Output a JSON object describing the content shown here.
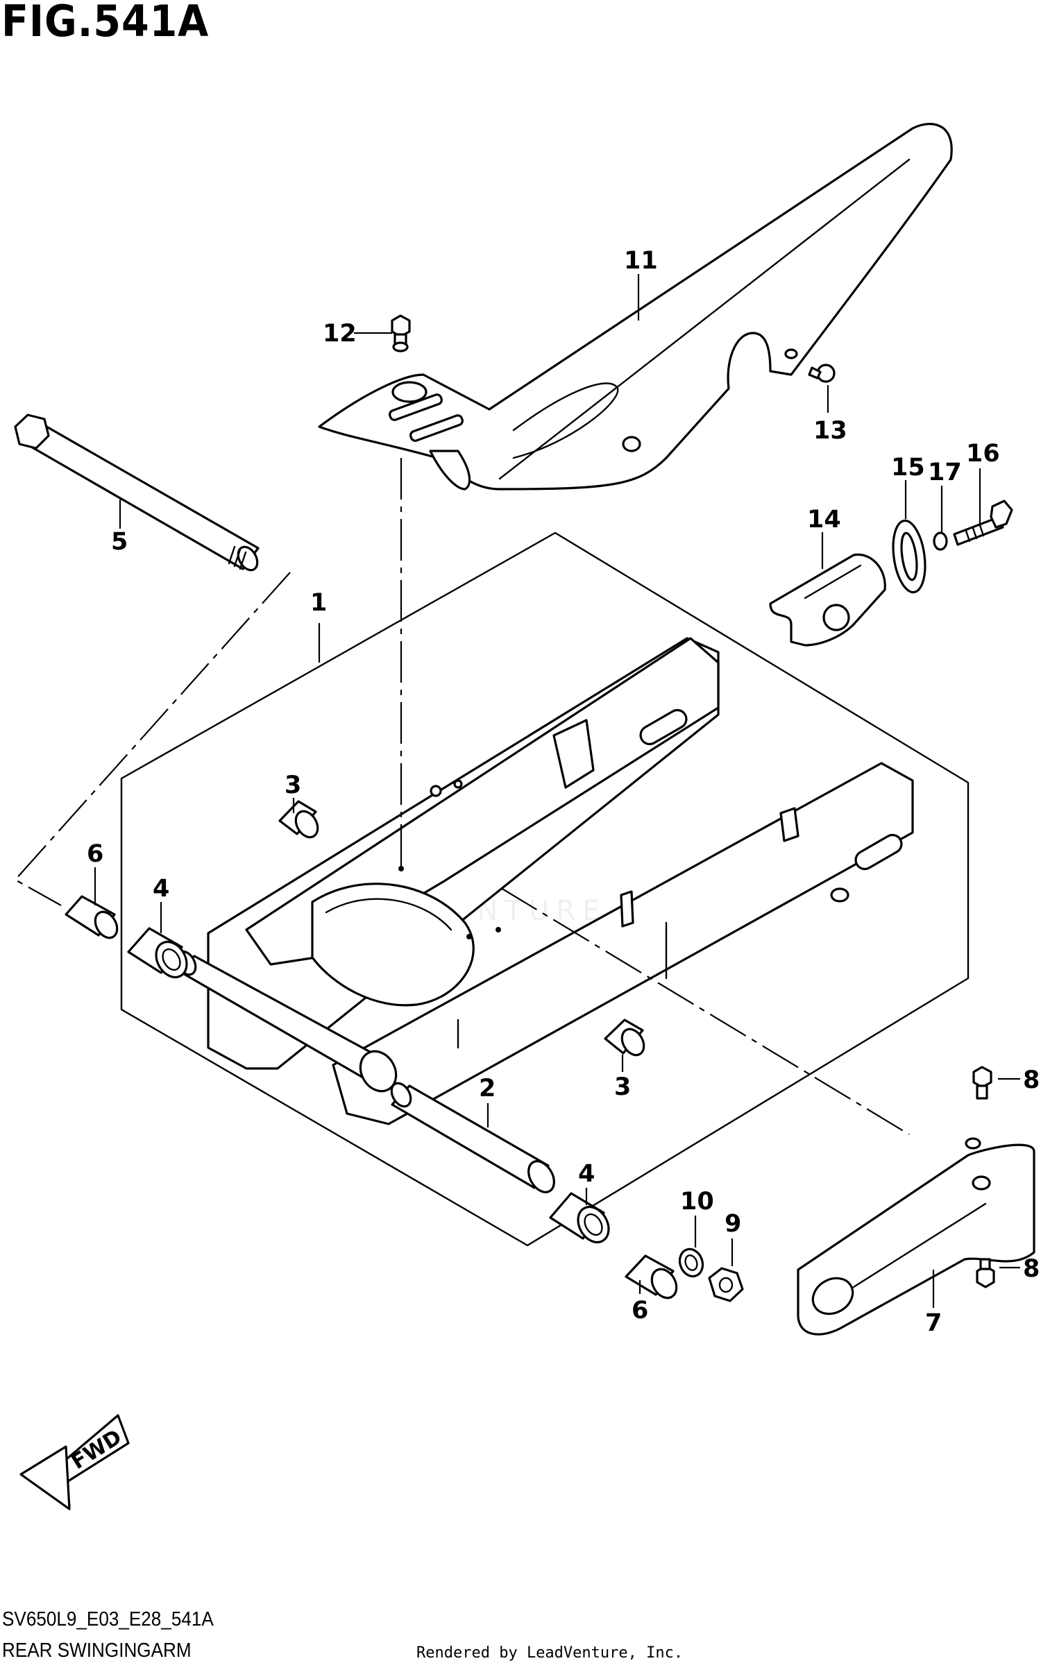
{
  "figure": {
    "title": "FIG.541A",
    "code": "SV650L9_E03_E28_541A",
    "name": "REAR SWINGINGARM",
    "credit": "Rendered by LeadVenture, Inc.",
    "watermark": "LEADVENTURE",
    "fwd_label": "FWD"
  },
  "callouts": [
    {
      "id": "c1",
      "label": "1"
    },
    {
      "id": "c2",
      "label": "2"
    },
    {
      "id": "c3a",
      "label": "3"
    },
    {
      "id": "c3b",
      "label": "3"
    },
    {
      "id": "c4a",
      "label": "4"
    },
    {
      "id": "c4b",
      "label": "4"
    },
    {
      "id": "c5",
      "label": "5"
    },
    {
      "id": "c6a",
      "label": "6"
    },
    {
      "id": "c6b",
      "label": "6"
    },
    {
      "id": "c7",
      "label": "7"
    },
    {
      "id": "c8a",
      "label": "8"
    },
    {
      "id": "c8b",
      "label": "8"
    },
    {
      "id": "c9",
      "label": "9"
    },
    {
      "id": "c10",
      "label": "10"
    },
    {
      "id": "c11",
      "label": "11"
    },
    {
      "id": "c12",
      "label": "12"
    },
    {
      "id": "c13",
      "label": "13"
    },
    {
      "id": "c14",
      "label": "14"
    },
    {
      "id": "c15",
      "label": "15"
    },
    {
      "id": "c16",
      "label": "16"
    },
    {
      "id": "c17",
      "label": "17"
    }
  ]
}
